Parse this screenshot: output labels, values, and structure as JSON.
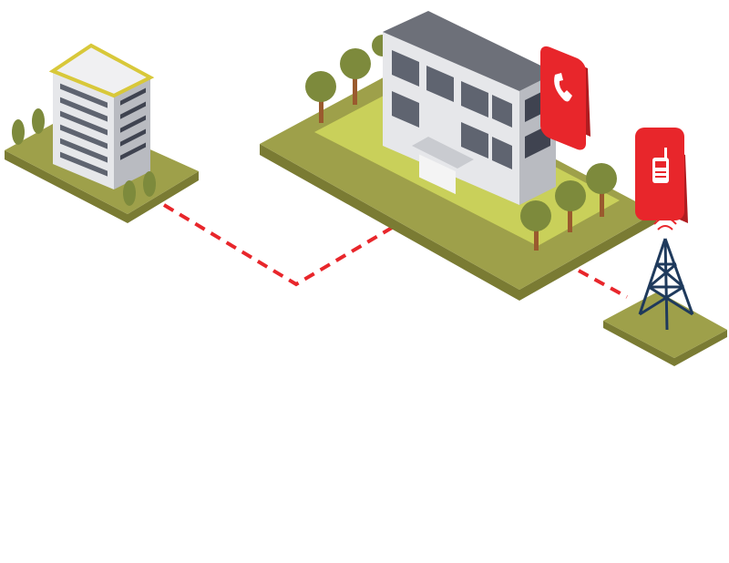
{
  "colors": {
    "background": "#ffffff",
    "ground_top": "#9ea04a",
    "ground_side": "#7a7b33",
    "lawn": "#c9d05a",
    "building_light": "#e6e7ea",
    "building_shade": "#b9bbc1",
    "window": "#5f6470",
    "roof": "#6d7079",
    "tree_foliage": "#7d8a3c",
    "tree_trunk": "#9a5a2e",
    "link_dashed": "#e8262b",
    "badge_red": "#e8262b",
    "tower": "#1f3a5c"
  },
  "nodes": [
    {
      "id": "office-building",
      "icon": "office-building-icon"
    },
    {
      "id": "headquarters",
      "icon": "headquarters-building-icon",
      "badge": "phone-icon"
    },
    {
      "id": "radio-tower",
      "icon": "radio-tower-icon",
      "badge": "walkie-talkie-icon"
    }
  ],
  "links": [
    {
      "from": "office-building",
      "to": "headquarters",
      "style": "dashed"
    },
    {
      "from": "headquarters",
      "to": "radio-tower",
      "style": "dashed"
    }
  ]
}
